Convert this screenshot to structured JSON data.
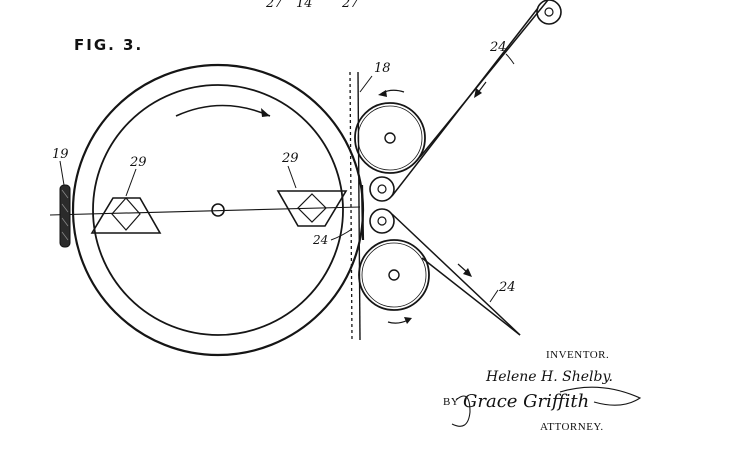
{
  "figure": {
    "title": "FIG. 3.",
    "top_numbers": [
      "27",
      "14",
      "27"
    ],
    "reference_numerals": {
      "drum_edge_plate": "19",
      "left_prism": "29",
      "right_prism": "29",
      "pressure_roller_group": "18",
      "web_upper": "24",
      "web_lower": "24",
      "web_at_drum": "24"
    }
  },
  "signature_block": {
    "inventor_heading": "INVENTOR.",
    "inventor_name": "Helene H. Shelby.",
    "by_label": "BY",
    "attorney_signature": "Grace Griffith",
    "attorney_heading": "ATTORNEY."
  }
}
